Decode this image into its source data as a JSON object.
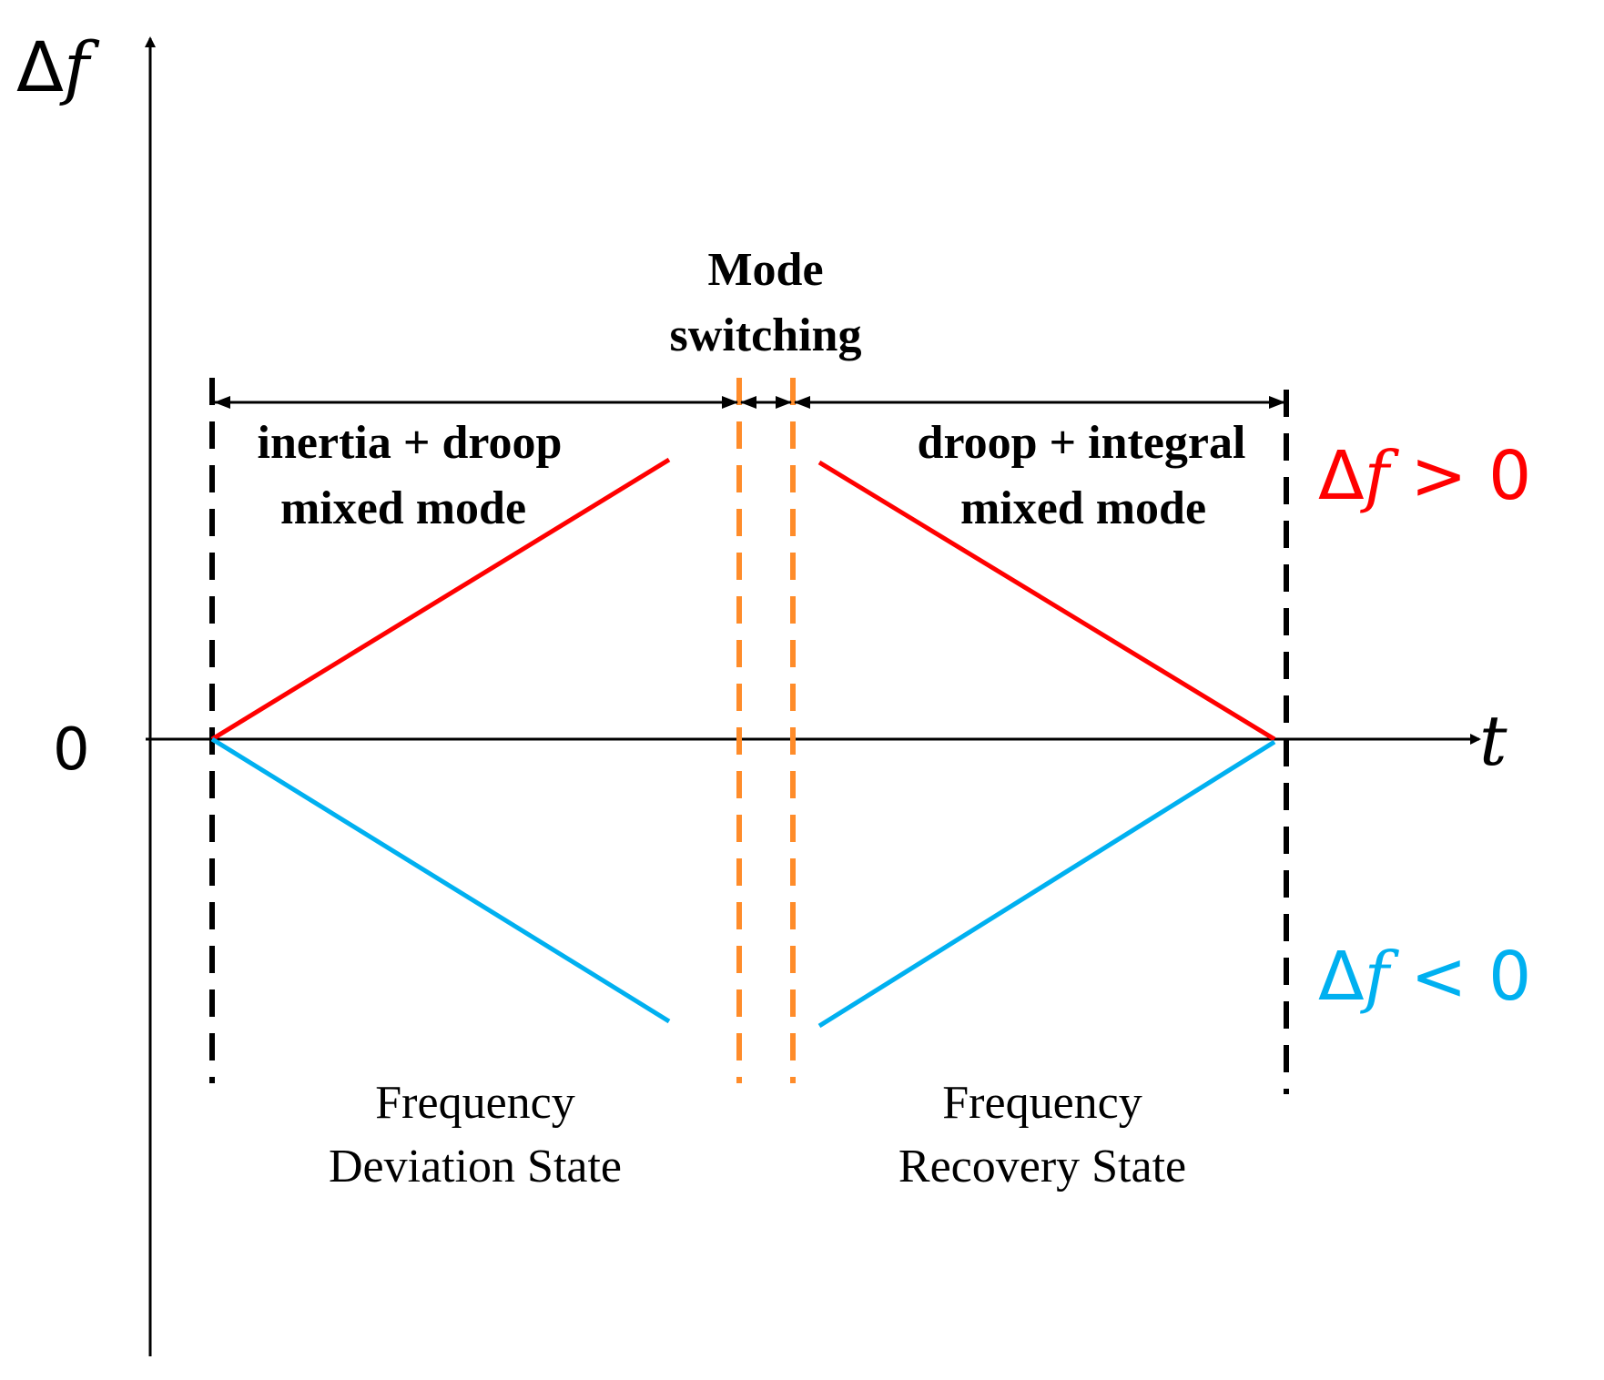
{
  "axes": {
    "y_label_symbol": "Δ",
    "y_label_var": "f",
    "x_label": "t",
    "origin_label": "0"
  },
  "phases": {
    "left_mode_line1": "inertia + droop",
    "left_mode_line2": "mixed mode",
    "switch_line1": "Mode",
    "switch_line2": "switching",
    "right_mode_line1": "droop + integral",
    "right_mode_line2": "mixed mode"
  },
  "states": {
    "deviation_line1": "Frequency",
    "deviation_line2": "Deviation State",
    "recovery_line1": "Frequency",
    "recovery_line2": "Recovery State"
  },
  "conditions": {
    "positive_symbol": "Δ",
    "positive_var": "f",
    "positive_rest": " > 0",
    "negative_symbol": "Δ",
    "negative_var": "f",
    "negative_rest": " < 0"
  },
  "colors": {
    "positive": "#ff0000",
    "negative": "#00b0f0",
    "switch_boundary": "#ff8c2a",
    "phase_boundary": "#000000",
    "axis": "#000000"
  }
}
